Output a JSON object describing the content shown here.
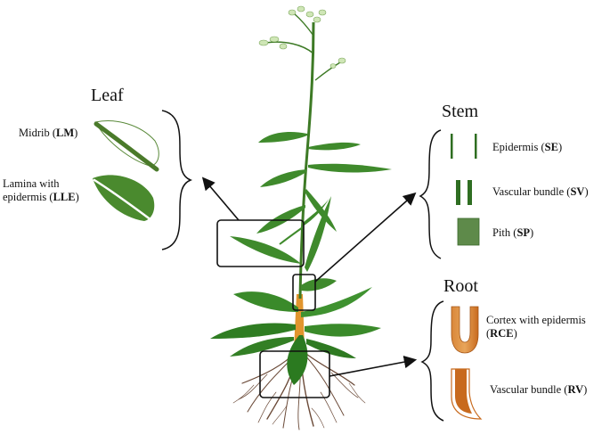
{
  "sections": {
    "leaf": {
      "title": "Leaf",
      "items": [
        {
          "text": "Midrib (",
          "code": "LM",
          "close": ")"
        },
        {
          "text_line1": "Lamina with",
          "text_line2": "epidermis (",
          "code": "LLE",
          "close": ")"
        }
      ]
    },
    "stem": {
      "title": "Stem",
      "items": [
        {
          "text": "Epidermis (",
          "code": "SE",
          "close": ")"
        },
        {
          "text": "Vascular bundle (",
          "code": "SV",
          "close": ")"
        },
        {
          "text": "Pith (",
          "code": "SP",
          "close": ")"
        }
      ]
    },
    "root": {
      "title": "Root",
      "items": [
        {
          "text_line1": "Cortex with epidermis",
          "text_line2": "(",
          "code": "RCE",
          "close": ")"
        },
        {
          "text": "Vascular bundle (",
          "code": "RV",
          "close": ")"
        }
      ]
    }
  },
  "colors": {
    "leaf_green": "#4a8a2e",
    "stem_green": "#2f6e22",
    "root_orange": "#c86a1e",
    "root_brown": "#6b4a38"
  }
}
